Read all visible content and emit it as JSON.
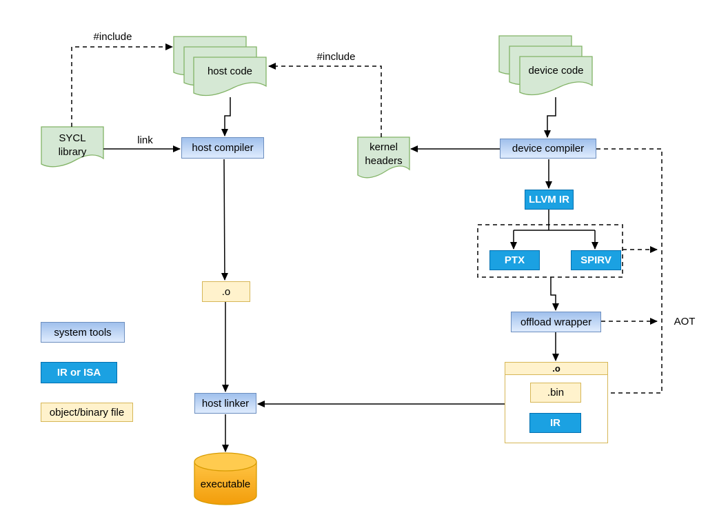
{
  "nodes": {
    "host_code": {
      "label": "host code"
    },
    "device_code": {
      "label": "device code"
    },
    "sycl_library": {
      "line1": "SYCL",
      "line2": "library"
    },
    "kernel_headers": {
      "line1": "kernel",
      "line2": "headers"
    },
    "host_compiler": {
      "label": "host compiler"
    },
    "device_compiler": {
      "label": "device compiler"
    },
    "llvm_ir": {
      "label": "LLVM IR"
    },
    "ptx": {
      "label": "PTX"
    },
    "spirv": {
      "label": "SPIRV"
    },
    "offload_wrapper": {
      "label": "offload wrapper"
    },
    "host_object": {
      "label": ".o"
    },
    "device_object_container": {
      "header": ".o"
    },
    "bin": {
      "label": ".bin"
    },
    "ir": {
      "label": "IR"
    },
    "host_linker": {
      "label": "host linker"
    },
    "executable": {
      "label": "executable"
    }
  },
  "edge_labels": {
    "include_host": "#include",
    "include_kernel": "#include",
    "link": "link",
    "aot": "AOT"
  },
  "legend": {
    "items": [
      {
        "label": "system tools",
        "type": "system-tool"
      },
      {
        "label": "IR or ISA",
        "type": "ir-or-isa"
      },
      {
        "label": "object/binary file",
        "type": "object-binary-file"
      }
    ]
  },
  "colors": {
    "background": "#ffffff",
    "document_fill": "#d5e8d4",
    "document_stroke": "#82b366",
    "system_tool_fill_top": "#a0c0ec",
    "system_tool_fill_bottom": "#dae8fc",
    "system_tool_stroke": "#6c8ebf",
    "ir_isa_fill": "#1ba1e2",
    "ir_isa_stroke": "#006eaf",
    "object_fill": "#fff2cc",
    "object_stroke": "#d6b656",
    "executable_fill_light": "#ffc444",
    "executable_fill_dark": "#f29d0a",
    "executable_stroke": "#d79b00",
    "connector": "#000000"
  }
}
